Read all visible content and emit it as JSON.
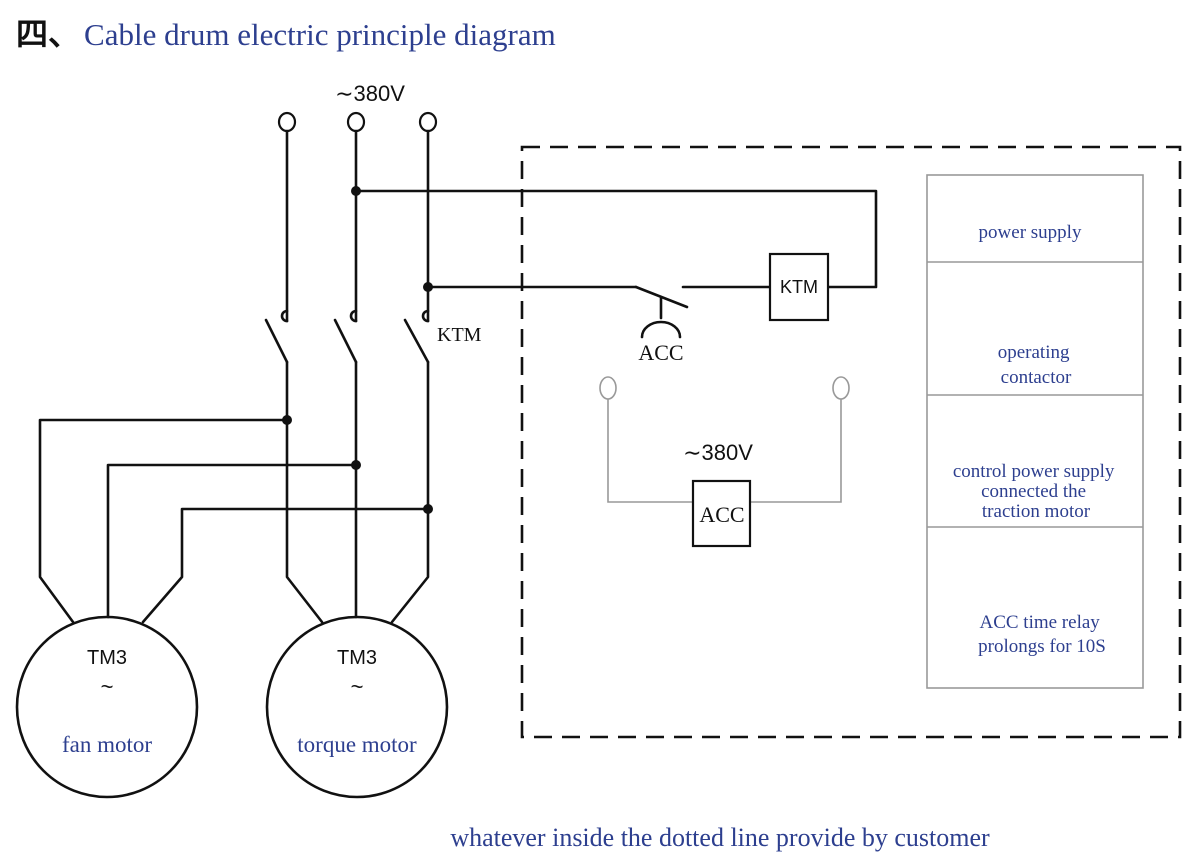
{
  "title": {
    "prefix": "四、",
    "text": "Cable drum electric principle diagram"
  },
  "supply": {
    "label": "∼380V"
  },
  "main_contactor": {
    "label": "KTM"
  },
  "control_circuit": {
    "ktm_coil_label": "KTM",
    "acc_contact_label": "ACC",
    "acc_supply_label": "∼380V",
    "acc_coil_label": "ACC"
  },
  "motors": [
    {
      "code": "TM3",
      "symbol": "~",
      "name": "fan motor"
    },
    {
      "code": "TM3",
      "symbol": "~",
      "name": "torque motor"
    }
  ],
  "legend": {
    "rows": [
      {
        "lines": [
          "power supply"
        ]
      },
      {
        "lines": [
          "operating",
          "contactor"
        ]
      },
      {
        "lines": [
          "control power supply",
          "connected the",
          "traction motor"
        ]
      },
      {
        "lines": [
          "ACC time relay",
          "prolongs for 10S"
        ]
      }
    ]
  },
  "caption": "whatever inside the dotted line provide by customer",
  "colors": {
    "text_blue": "#2d3f8f",
    "line": "#111111",
    "thin_line": "#999999"
  }
}
